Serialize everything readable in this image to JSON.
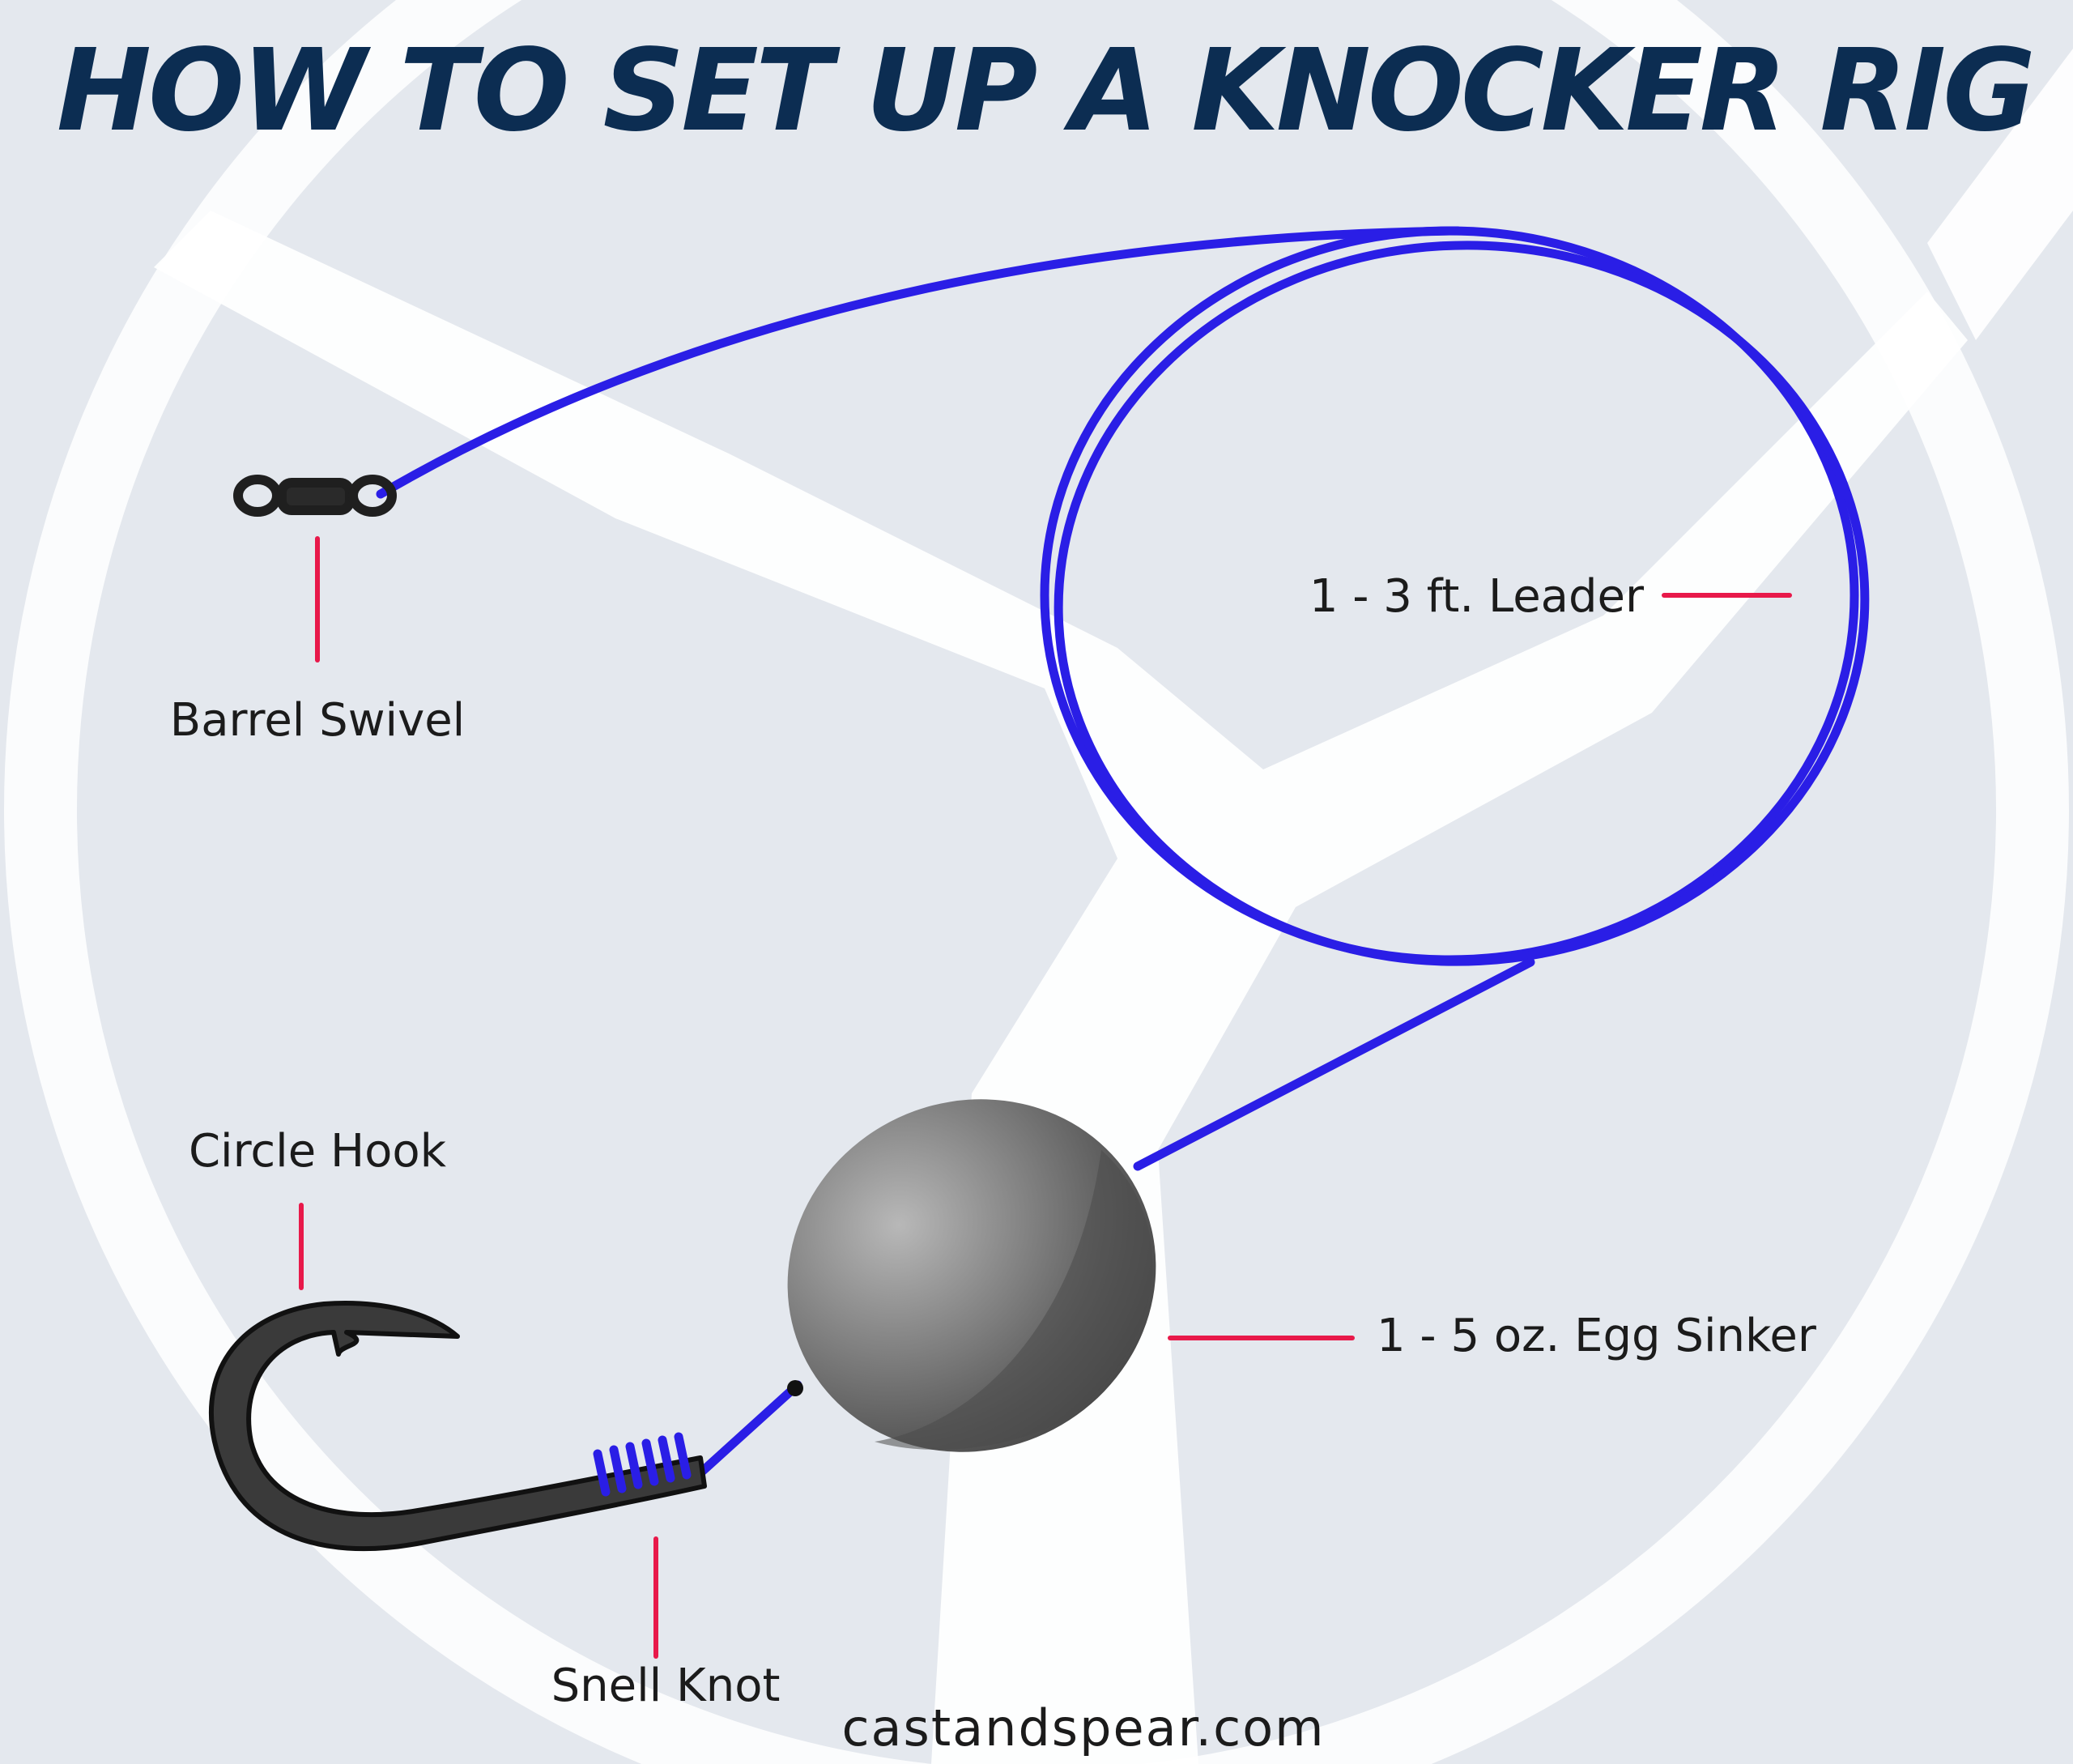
{
  "title": "HOW TO SET UP A KNOCKER RIG",
  "labels": {
    "barrel_swivel": "Barrel Swivel",
    "leader": "1 - 3 ft. Leader",
    "circle_hook": "Circle Hook",
    "egg_sinker": "1 - 5 oz. Egg Sinker",
    "snell_knot": "Snell Knot"
  },
  "footer": "castandspear.com",
  "colors": {
    "background": "#e4e8ee",
    "title": "#0c2d52",
    "line": "#2a1ee6",
    "callout": "#e8194a",
    "sinker": "#6b6b6b",
    "hook": "#3a3a3a"
  },
  "icons": {
    "swivel": "barrel-swivel-icon",
    "hook": "circle-hook-icon",
    "sinker": "egg-sinker-icon"
  }
}
